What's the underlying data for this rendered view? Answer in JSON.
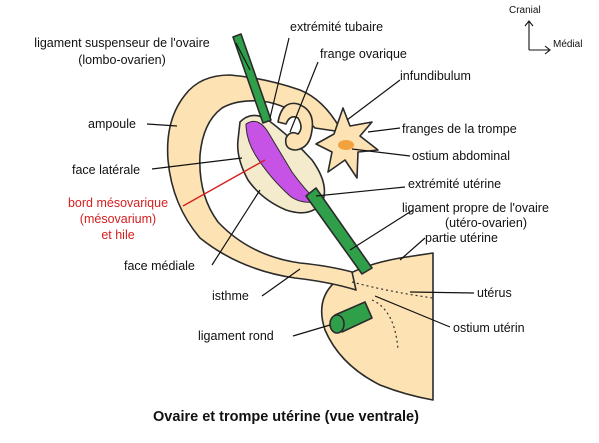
{
  "orientation": {
    "up": "Cranial",
    "right": "Médial"
  },
  "labels": {
    "ligament_suspenseur_1": "ligament suspenseur de l'ovaire",
    "ligament_suspenseur_2": "(lombo-ovarien)",
    "extremite_tubaire": "extrémité tubaire",
    "frange_ovarique": "frange ovarique",
    "infundibulum": "infundibulum",
    "ampoule": "ampoule",
    "franges_trompe": "franges de la trompe",
    "ostium_abdominal": "ostium abdominal",
    "face_laterale": "face latérale",
    "extremite_uterine": "extrémité utérine",
    "bord_mesovarique_1": "bord mésovarique",
    "bord_mesovarique_2": "(mésovarium)",
    "bord_mesovarique_3": "et hile",
    "ligament_propre_1": "ligament propre de l'ovaire",
    "ligament_propre_2": "(utéro-ovarien)",
    "partie_uterine": "partie utérine",
    "face_mediale": "face médiale",
    "isthme": "isthme",
    "uterus": "utérus",
    "ostium_uterin": "ostium utérin",
    "ligament_rond": "ligament rond"
  },
  "caption": "Ovaire et trompe utérine (vue ventrale)",
  "colors": {
    "tissue": "#fde2b3",
    "ovary": "#f4ebcd",
    "ligament": "#2f9f4a",
    "mesovarium": "#c653e6",
    "fimbria_center": "#f2a23c",
    "highlight_label": "#d41f1f"
  }
}
